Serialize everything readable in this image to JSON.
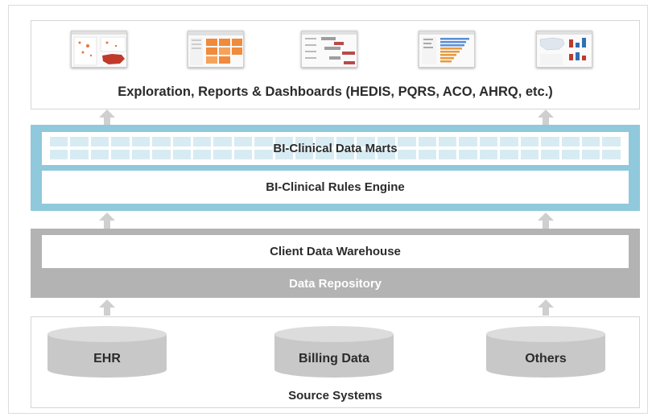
{
  "dashboards": {
    "title": "Exploration, Reports & Dashboards (HEDIS, PQRS, ACO, AHRQ, etc.)",
    "thumbnails": [
      "map-dashboard",
      "orange-grid-report",
      "gantt-report",
      "bar-list-report",
      "chart-dashboard"
    ]
  },
  "bi": {
    "marts_label": "BI-Clinical Data Marts",
    "rules_label": "BI-Clinical Rules Engine",
    "band_color": "#8fc9db"
  },
  "repository": {
    "warehouse_label": "Client Data Warehouse",
    "band_label": "Data Repository",
    "band_color": "#b3b3b3"
  },
  "sources": {
    "items": [
      {
        "label": "EHR"
      },
      {
        "label": "Billing Data"
      },
      {
        "label": "Others"
      }
    ],
    "title": "Source Systems"
  },
  "arrow_color": "#cfcfcf"
}
